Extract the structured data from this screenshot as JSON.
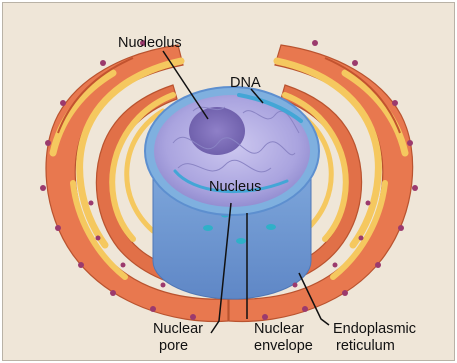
{
  "figure": {
    "labels": {
      "nucleolus": "Nucleolus",
      "dna": "DNA",
      "nucleus": "Nucleus",
      "nuclear_pore_1": "Nuclear",
      "nuclear_pore_2": "pore",
      "nuclear_envelope_1": "Nuclear",
      "nuclear_envelope_2": "envelope",
      "er_1": "Endoplasmic",
      "er_2": "reticulum"
    },
    "colors": {
      "background": "#efe6d8",
      "er_outer": "#e8784f",
      "er_fold": "#f5c85f",
      "er_dark": "#c2532f",
      "ribosome": "#9b3a6d",
      "nucleus_blue": "#7fb0df",
      "nucleoplasm": "#b9b4e6",
      "nucleolus": "#7d6db9"
    }
  }
}
